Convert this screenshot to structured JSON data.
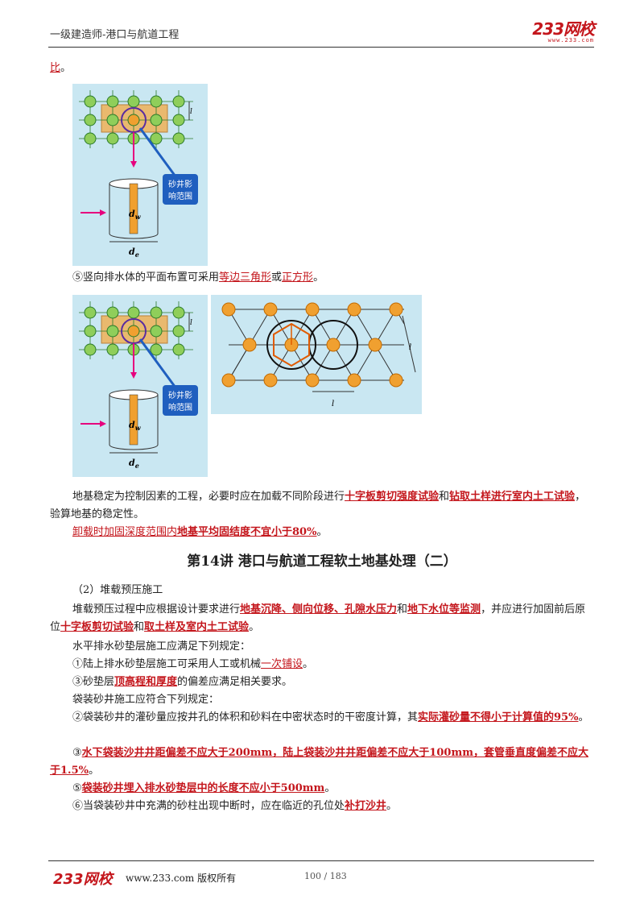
{
  "header": {
    "title": "一级建造师-港口与航道工程",
    "logo_text": "233网校",
    "logo_url": "www.233.com"
  },
  "intro_fragment": "比",
  "diagram1": {
    "callout": [
      "砂井影",
      "响范围"
    ],
    "label_l": "l",
    "label_dw": "d",
    "sub_dw": "w",
    "label_de": "d",
    "sub_de": "e"
  },
  "diagram2": {
    "callout": [
      "砂井影",
      "响范围"
    ],
    "label_l": "l",
    "label_dw": "d",
    "sub_dw": "w",
    "label_de": "d",
    "sub_de": "e"
  },
  "diagram3": {
    "label_l1": "l",
    "label_l2": "l"
  },
  "para5": {
    "prefix": "⑤竖向排水体的平面布置可采用",
    "hl1": "等边三角形",
    "mid": "或",
    "hl2": "正方形",
    "suffix": "。"
  },
  "para_stability": {
    "t1": "地基稳定为控制因素的工程，必要时应在加载不同阶段进行",
    "hl1": "十字板剪切强度试验",
    "t2": "和",
    "hl2": "钻取土样进行室内土工试验",
    "t3": "，验算地基的稳定性。"
  },
  "para_unload": {
    "t1": "卸载时加固深度范围内",
    "hl": "地基平均固结度不宜小于80%",
    "t2": "。"
  },
  "section_title": "第14讲  港口与航道工程软土地基处理（二）",
  "sub_heading": "（2）堆载预压施工",
  "para_preload": {
    "t1": "堆载预压过程中应根据设计要求进行",
    "hl1": "地基沉降、侧向位移、孔隙水压力",
    "t2": "和",
    "hl2": "地下水位等监测",
    "t3": "，并应进行加固前后原位",
    "hl3": "十字板剪切试验",
    "t4": "和",
    "hl4": "取土样及室内土工试验",
    "t5": "。"
  },
  "para_horizontal": "水平排水砂垫层施工应满足下列规定：",
  "item1": {
    "t1": "①陆上排水砂垫层施工可采用人工或机械",
    "hl": "一次铺设",
    "t2": "。"
  },
  "item3": {
    "t1": "③砂垫层",
    "hl": "顶高程和厚度",
    "t2": "的偏差应满足相关要求。"
  },
  "para_bagged": "袋装砂井施工应符合下列规定：",
  "item2b": {
    "t1": "②袋装砂井的灌砂量应按井孔的体积和砂料在中密状态时的干密度计算，其",
    "hl": "实际灌砂量不得小于计算值的95%",
    "t2": "。"
  },
  "item3b": {
    "t1": "③",
    "hl": "水下袋装沙井井距偏差不应大于200mm，陆上袋装沙井井距偏差不应大于100mm，套管垂直度偏差不应大于1.5%",
    "t2": "。"
  },
  "item5b": {
    "t1": "⑤",
    "hl": "袋装砂井埋入排水砂垫层中的长度不应小于500mm",
    "t2": "。"
  },
  "item6b": {
    "t1": "⑥当袋装砂井中充满的砂柱出现中断时，应在临近的孔位处",
    "hl": "补打沙井",
    "t2": "。"
  },
  "footer": {
    "logo_text": "233网校",
    "site": "www.233.com 版权所有",
    "page": "100 / 183"
  },
  "colors": {
    "accent_red": "#c4161c",
    "diagram_bg": "#c9e7f2",
    "circle_green": "#8fce5a",
    "circle_orange": "#f0a030",
    "highlight_rect": "#e9b96e",
    "arrow_magenta": "#e6007e",
    "callout_blue": "#1f5fbf"
  }
}
